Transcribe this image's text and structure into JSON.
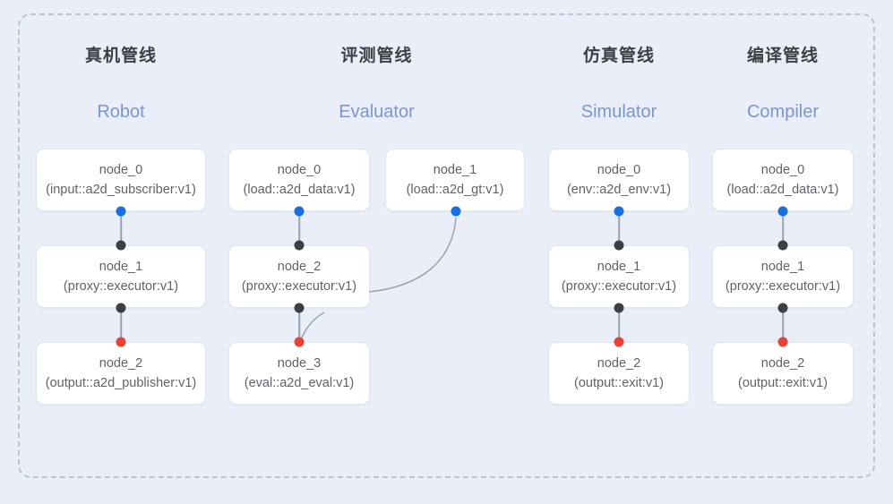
{
  "diagram": {
    "background_color": "#e9eef8",
    "frame_border_color": "#b9c3d4",
    "accent_blue": "#1a6fe0",
    "accent_red": "#ea4335",
    "accent_black": "#3c4043",
    "subtitle_color": "#7d96cc",
    "node_text_color": "#5f6368"
  },
  "columns": [
    {
      "title_cn": "真机管线",
      "title_en": "Robot",
      "nodes": [
        {
          "name": "node_0",
          "type": "(input::a2d_subscriber:v1)"
        },
        {
          "name": "node_1",
          "type": "(proxy::executor:v1)"
        },
        {
          "name": "node_2",
          "type": "(output::a2d_publisher:v1)"
        }
      ]
    },
    {
      "title_cn": "评测管线",
      "title_en": "Evaluator",
      "nodes": [
        {
          "name": "node_0",
          "type": "(load::a2d_data:v1)"
        },
        {
          "name": "node_1",
          "type": "(load::a2d_gt:v1)"
        },
        {
          "name": "node_2",
          "type": "(proxy::executor:v1)"
        },
        {
          "name": "node_3",
          "type": "(eval::a2d_eval:v1)"
        }
      ]
    },
    {
      "title_cn": "仿真管线",
      "title_en": "Simulator",
      "nodes": [
        {
          "name": "node_0",
          "type": "(env::a2d_env:v1)"
        },
        {
          "name": "node_1",
          "type": "(proxy::executor:v1)"
        },
        {
          "name": "node_2",
          "type": "(output::exit:v1)"
        }
      ]
    },
    {
      "title_cn": "编译管线",
      "title_en": "Compiler",
      "nodes": [
        {
          "name": "node_0",
          "type": "(load::a2d_data:v1)"
        },
        {
          "name": "node_1",
          "type": "(proxy::executor:v1)"
        },
        {
          "name": "node_2",
          "type": "(output::exit:v1)"
        }
      ]
    }
  ]
}
